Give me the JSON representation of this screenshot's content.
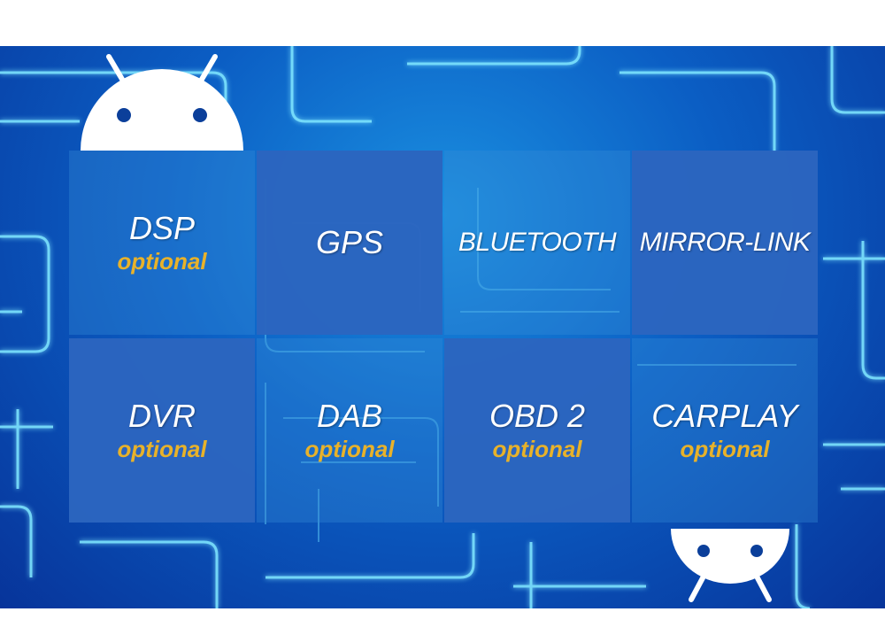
{
  "features": [
    {
      "name": "DSP",
      "note": "optional"
    },
    {
      "name": "GPS",
      "note": ""
    },
    {
      "name": "BLUETOOTH",
      "note": ""
    },
    {
      "name": "MIRROR-LINK",
      "note": ""
    },
    {
      "name": "DVR",
      "note": "optional"
    },
    {
      "name": "DAB",
      "note": "optional"
    },
    {
      "name": "OBD 2",
      "note": "optional"
    },
    {
      "name": "CARPLAY",
      "note": "optional"
    }
  ],
  "colors": {
    "accent_text": "#e8b22a",
    "tile_blue": "#2b65bf",
    "glow": "#6fe0ff"
  },
  "icons": [
    "android-robot-icon",
    "android-robot-upside-down-icon"
  ]
}
